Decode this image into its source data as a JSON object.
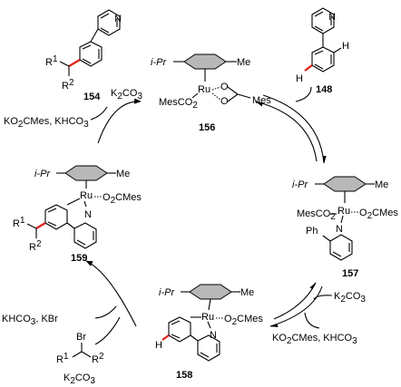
{
  "compounds": {
    "c154": {
      "number": "154",
      "r1": "R",
      "r1_sup": "1",
      "r2": "R",
      "r2_sup": "2"
    },
    "c156": {
      "number": "156",
      "ipr": "i-Pr",
      "me": "Me",
      "ru": "Ru",
      "mesco2": "MesCO",
      "mesco2_sub": "2",
      "o1": "O",
      "o2": "O",
      "mes": "Mes"
    },
    "c148": {
      "number": "148",
      "h_top": "H",
      "h_left": "H"
    },
    "c157": {
      "number": "157",
      "ipr": "i-Pr",
      "me": "Me",
      "ru": "Ru",
      "mesco2": "MesCO",
      "mesco2_sub": "2",
      "o2cmes": "O",
      "o2cmes_sub": "2",
      "o2cmes_tail": "CMes",
      "n": "N",
      "ph": "Ph"
    },
    "c159": {
      "number": "159",
      "ipr": "i-Pr",
      "me": "Me",
      "ru": "Ru",
      "o2cmes": "O",
      "o2cmes_sub": "2",
      "o2cmes_tail": "CMes",
      "n": "N",
      "r1": "R",
      "r1_sup": "1",
      "r2": "R",
      "r2_sup": "2"
    },
    "c158": {
      "number": "158",
      "ipr": "i-Pr",
      "me": "Me",
      "ru": "Ru",
      "o2cmes": "O",
      "o2cmes_sub": "2",
      "o2cmes_tail": "CMes",
      "n": "N",
      "h": "H"
    }
  },
  "reagents": {
    "k2co3_top": {
      "a": "K",
      "a_sub": "2",
      "b": "CO",
      "b_sub": "3"
    },
    "ko2cmes_left": {
      "a": "KO",
      "a_sub": "2",
      "b": "CMes, KHCO",
      "b_sub": "3"
    },
    "khco3_kbr": {
      "a": "KHCO",
      "a_sub": "3",
      "b": ", KBr"
    },
    "alkyl_bromide": {
      "br": "Br",
      "r1": "R",
      "r1_sup": "1",
      "r2": "R",
      "r2_sup": "2"
    },
    "k2co3_bottom_left": {
      "a": "K",
      "a_sub": "2",
      "b": "CO",
      "b_sub": "3"
    },
    "k2co3_right": {
      "a": "K",
      "a_sub": "2",
      "b": "CO",
      "b_sub": "3"
    },
    "ko2cmes_right": {
      "a": "KO",
      "a_sub": "2",
      "b": "CMes, KHCO",
      "b_sub": "3"
    }
  }
}
